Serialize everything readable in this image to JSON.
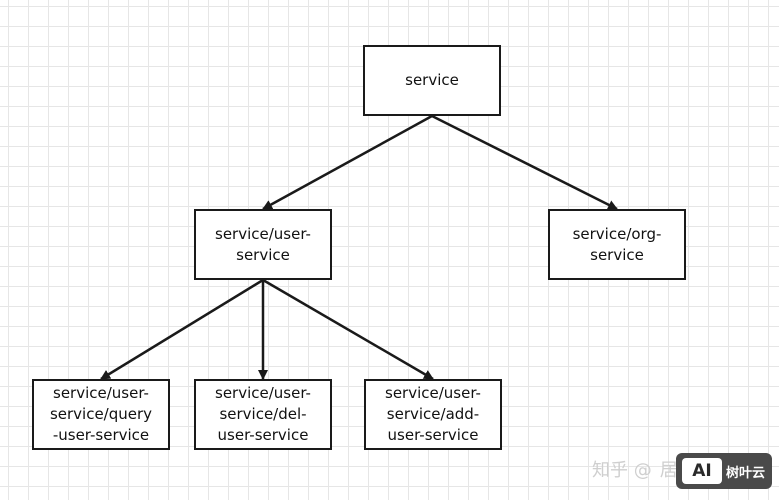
{
  "nodes": {
    "root": "service",
    "user": "service/user-\nservice",
    "org": "service/org-\nservice",
    "query": "service/user-\nservice/query\n-user-service",
    "del": "service/user-\nservice/del-\nuser-service",
    "add": "service/user-\nservice/add-\nuser-service"
  },
  "edges": [
    {
      "from": "root",
      "to": "user"
    },
    {
      "from": "root",
      "to": "org"
    },
    {
      "from": "user",
      "to": "query"
    },
    {
      "from": "user",
      "to": "del"
    },
    {
      "from": "user",
      "to": "add"
    }
  ],
  "watermark": {
    "site": "知乎 @",
    "author_partial": "居",
    "logo": "AI",
    "brand": "树叶云"
  },
  "colors": {
    "line": "#1a1a1a",
    "grid": "#e6e6e6"
  }
}
